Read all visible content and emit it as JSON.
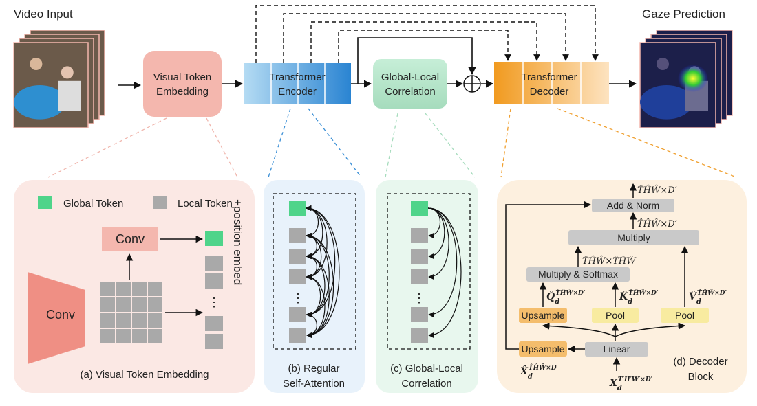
{
  "top": {
    "video_input": "Video Input",
    "visual_token_embedding": [
      "Visual Token",
      "Embedding"
    ],
    "transformer_encoder": [
      "Transformer",
      "Encoder"
    ],
    "global_local_correlation": [
      "Global-Local",
      "Correlation"
    ],
    "transformer_decoder": [
      "Transformer",
      "Decoder"
    ],
    "gaze_prediction": "Gaze Prediction",
    "add_symbol": "+"
  },
  "panel_a": {
    "legend_global": "Global Token",
    "legend_local": "Local Token",
    "conv_large": "Conv",
    "conv_small": "Conv",
    "ellipsis": "⋮",
    "position_embed": "+position embed",
    "caption": "(a) Visual Token Embedding"
  },
  "panel_b": {
    "ellipsis": "⋮",
    "caption": [
      "(b) Regular",
      "Self-Attention"
    ]
  },
  "panel_c": {
    "ellipsis": "⋮",
    "caption": [
      "(c) Global-Local",
      "Correlation"
    ]
  },
  "panel_d": {
    "add_norm": "Add & Norm",
    "multiply": "Multiply",
    "multiply_softmax": "Multiply & Softmax",
    "upsample_q": "Upsample",
    "pool_k": "Pool",
    "pool_v": "Pool",
    "linear": "Linear",
    "upsample_x": "Upsample",
    "out_dim": "T̂ĤŴ×D′",
    "multiply_out_dim": "T̂ĤŴ×D′",
    "attn_dim": "T̂ĤŴ×T̃H̃W̃",
    "q_label": "Q̂",
    "q_sup": "T̂ĤŴ×D′",
    "k_label": "K̂",
    "k_sup": "T̃H̃W̃×D′",
    "v_label": "V̂",
    "v_sup": "T̃H̃W̃×D′",
    "xhat_label": "X̂",
    "xhat_sup": "T̂ĤŴ×D′",
    "x_label": "X",
    "x_sup": "T′H′W′×D′",
    "sub_d": "d",
    "caption": [
      "(d) Decoder",
      "Block"
    ]
  },
  "colors": {
    "pink": "#f4b7ae",
    "encoder_light": "#b4dbf3",
    "encoder_dark": "#2a84d2",
    "green": "#b6e7ca",
    "decoder_dark": "#f19a1f",
    "decoder_light": "#fde3c0",
    "global_token": "#4fd48a",
    "local_token": "#a9a9a9",
    "gray_box": "#c9c9c9",
    "upsample": "#f4bd6c",
    "pool": "#f8eba0"
  }
}
